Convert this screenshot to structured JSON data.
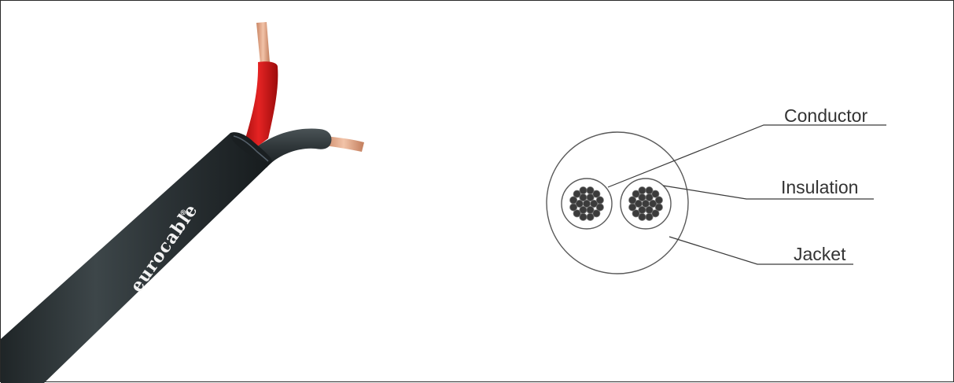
{
  "cable_photo": {
    "brand": "eurocable",
    "registered_mark": "®"
  },
  "callouts": {
    "conductor": "Conductor",
    "insulation": "Insulation",
    "jacket": "Jacket"
  },
  "colors": {
    "jacket": "#2f3639",
    "red_insulation": "#d11a1a",
    "black_insulation": "#2a2f32",
    "copper": "#e7ab8b",
    "line": "#3a3a3a"
  }
}
